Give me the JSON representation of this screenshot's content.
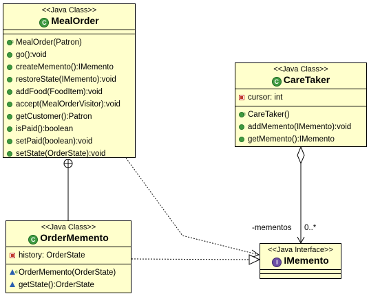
{
  "meal_order": {
    "stereotype": "<<Java Class>>",
    "name": "MealOrder",
    "methods": [
      "MealOrder(Patron)",
      "go():void",
      "createMemento():IMemento",
      "restoreState(IMemento):void",
      "addFood(FoodItem):void",
      "accept(MealOrderVisitor):void",
      "getCustomer():Patron",
      "isPaid():boolean",
      "setPaid(boolean):void",
      "setState(OrderState):void"
    ]
  },
  "care_taker": {
    "stereotype": "<<Java Class>>",
    "name": "CareTaker",
    "fields": [
      "cursor: int"
    ],
    "methods": [
      "CareTaker()",
      "addMemento(IMemento):void",
      "getMemento():IMemento"
    ]
  },
  "order_memento": {
    "stereotype": "<<Java Class>>",
    "name": "OrderMemento",
    "fields": [
      "history: OrderState"
    ],
    "methods": [
      "OrderMemento(OrderState)",
      "getState():OrderState"
    ]
  },
  "imemento": {
    "stereotype": "<<Java Interface>>",
    "name": "IMemento"
  },
  "relations": {
    "role_label": "-mementos",
    "multiplicity": "0..*"
  }
}
